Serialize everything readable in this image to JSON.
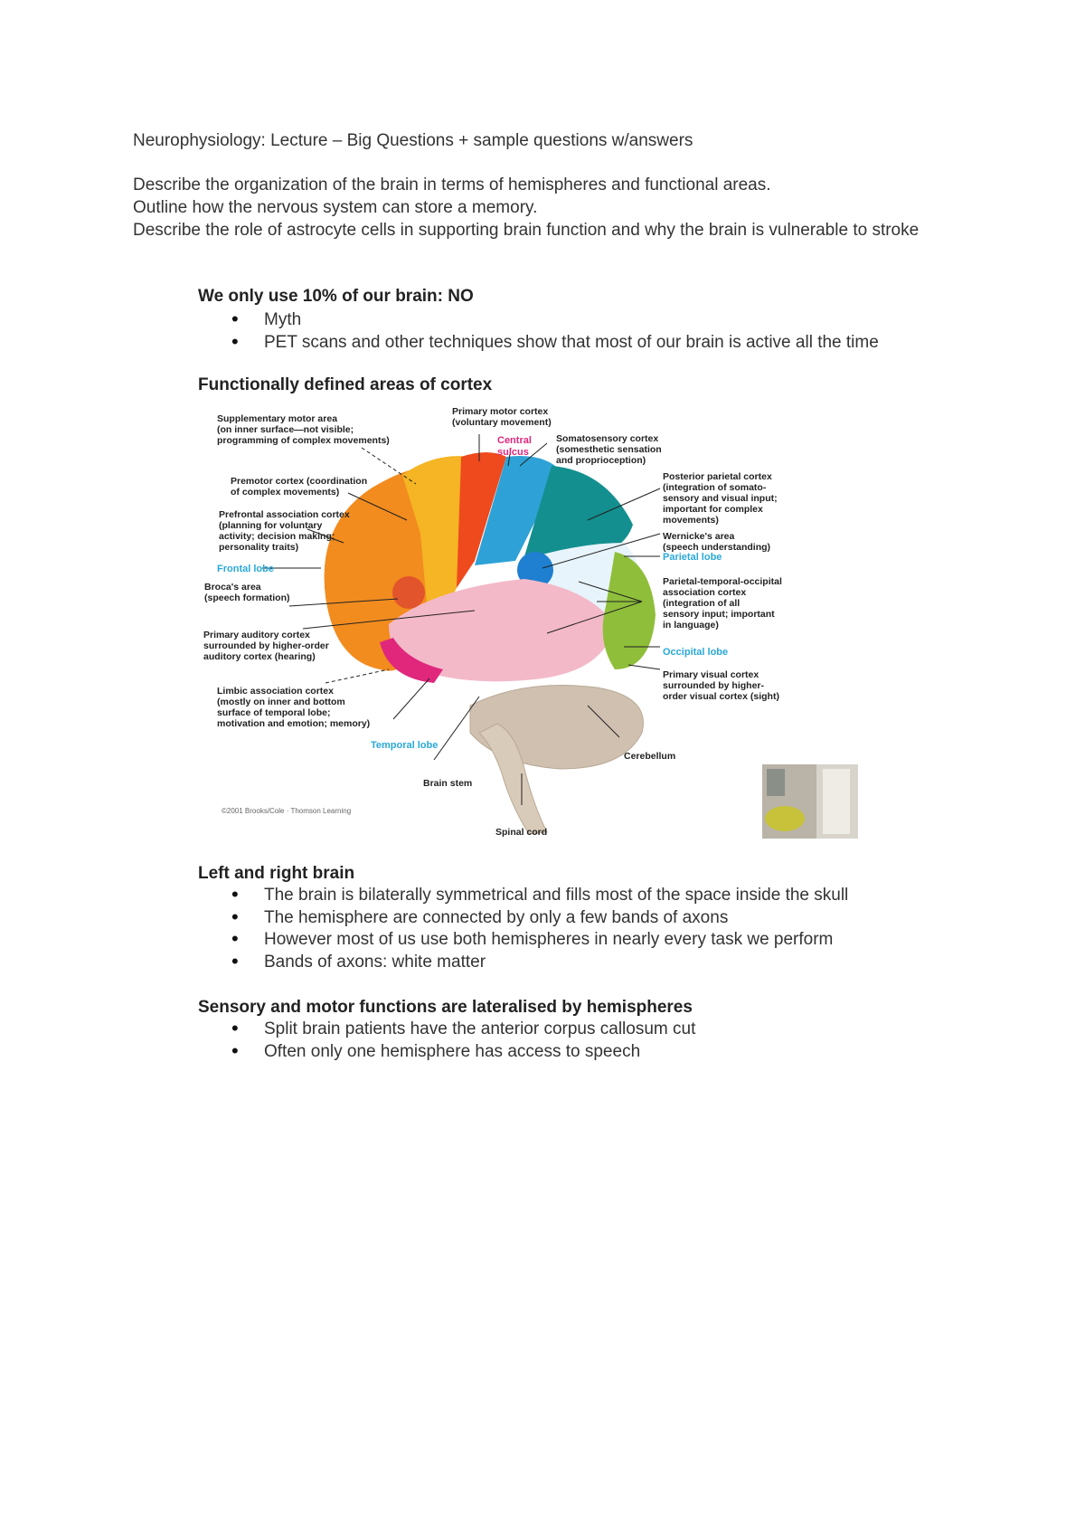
{
  "document": {
    "title": "Neurophysiology: Lecture – Big Questions + sample questions w/answers",
    "big_questions": [
      "Describe the organization of the brain in terms of hemispheres and functional areas.",
      "Outline how the nervous system can store a memory.",
      "Describe the role of   astrocyte cells in supporting brain function and why the brain is vulnerable to stroke"
    ]
  },
  "sections": [
    {
      "heading": "We only use 10% of our brain: NO",
      "bullets": [
        "Myth",
        "PET scans and other techniques show that most of our brain is active all the time"
      ]
    },
    {
      "heading": "Functionally defined areas of cortex"
    },
    {
      "heading": "Left and right brain",
      "bullets": [
        "The brain is bilaterally symmetrical and fills most of the space inside the skull",
        "The hemisphere are connected by only a few bands of axons",
        "However most of us use both hemispheres in nearly every task we perform",
        "Bands of axons: white matter"
      ]
    },
    {
      "heading": "Sensory and motor functions are lateralised by hemispheres",
      "bullets": [
        "Split brain patients have the anterior corpus callosum cut",
        "Often only one hemisphere has access to speech"
      ]
    }
  ],
  "figure": {
    "labels": {
      "supplementary_motor": [
        "Supplementary motor area",
        "(on inner surface—not visible;",
        "programming of complex movements)"
      ],
      "primary_motor": [
        "Primary motor cortex",
        "(voluntary movement)"
      ],
      "central_sulcus": [
        "Central",
        "sulcus"
      ],
      "somatosensory": [
        "Somatosensory cortex",
        "(somesthetic sensation",
        "and proprioception)"
      ],
      "premotor": [
        "Premotor cortex (coordination",
        "of complex movements)"
      ],
      "prefrontal": [
        "Prefrontal association cortex",
        "(planning for voluntary",
        "activity; decision making;",
        "personality traits)"
      ],
      "posterior_parietal": [
        "Posterior parietal cortex",
        "(integration of somato-",
        "sensory and visual input;",
        "important for complex",
        "movements)"
      ],
      "wernicke": [
        "Wernicke's area",
        "(speech understanding)"
      ],
      "frontal_lobe": "Frontal lobe",
      "parietal_lobe": "Parietal lobe",
      "brocas": [
        "Broca's area",
        "(speech formation)"
      ],
      "pto": [
        "Parietal-temporal-occipital",
        "association cortex",
        "(integration of all",
        "sensory input; important",
        "in language)"
      ],
      "primary_auditory": [
        "Primary auditory cortex",
        "surrounded by higher-order",
        "auditory cortex (hearing)"
      ],
      "occipital_lobe": "Occipital lobe",
      "limbic": [
        "Limbic association cortex",
        "(mostly on inner and bottom",
        "surface of temporal lobe;",
        "motivation and emotion; memory)"
      ],
      "primary_visual": [
        "Primary visual cortex",
        "surrounded by higher-",
        "order visual cortex (sight)"
      ],
      "temporal_lobe": "Temporal lobe",
      "cerebellum": "Cerebellum",
      "brain_stem": "Brain stem",
      "copyright": "©2001 Brooks/Cole · Thomson Learning",
      "spinal_cord": "Spinal cord"
    },
    "colors": {
      "frontal": "#f28c1f",
      "premotor": "#f5b524",
      "motor": "#ee4a1d",
      "somatosensory": "#2ea2d6",
      "parietal": "#138f8f",
      "wernicke": "#1f7fd1",
      "temporal": "#f3b9c9",
      "limbic": "#e0277c",
      "occipital": "#8fbf3a",
      "cerebellum": "#cfc0b0",
      "label_blue": "#29a9d9",
      "label_pink": "#e0277c"
    }
  }
}
